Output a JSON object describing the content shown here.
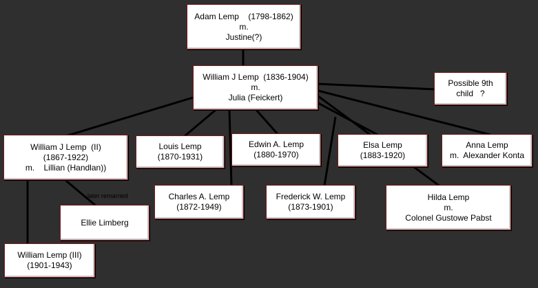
{
  "people": {
    "adam": [
      "Adam Lemp    (1798-1862)",
      "m.",
      "Justine(?)"
    ],
    "william1": [
      "William J Lemp  (1836-1904)",
      "m.",
      "Julia (Feickert)"
    ],
    "possible9": [
      "Possible 9th",
      "child   ?"
    ],
    "william2": [
      "William J Lemp  (II)",
      "(1867-1922)",
      "m.    Lillian (Handlan))"
    ],
    "louis": [
      "Louis Lemp",
      "(1870-1931)"
    ],
    "edwin": [
      "Edwin A. Lemp",
      "(1880-1970)"
    ],
    "elsa": [
      "Elsa Lemp",
      "(1883-1920)"
    ],
    "anna": [
      "Anna Lemp",
      "m.  Alexander Konta"
    ],
    "charles": [
      "Charles A. Lemp",
      "(1872-1949)"
    ],
    "frederick": [
      "Frederick W. Lemp",
      "(1873-1901)"
    ],
    "hilda": [
      "Hilda Lemp",
      "m.",
      "Colonel Gustowe Pabst"
    ],
    "ellie": [
      "Ellie Limberg"
    ],
    "william3": [
      "William Lemp (III)",
      "(1901-1943)"
    ]
  },
  "notes": {
    "later_remarried": "later remarried"
  }
}
